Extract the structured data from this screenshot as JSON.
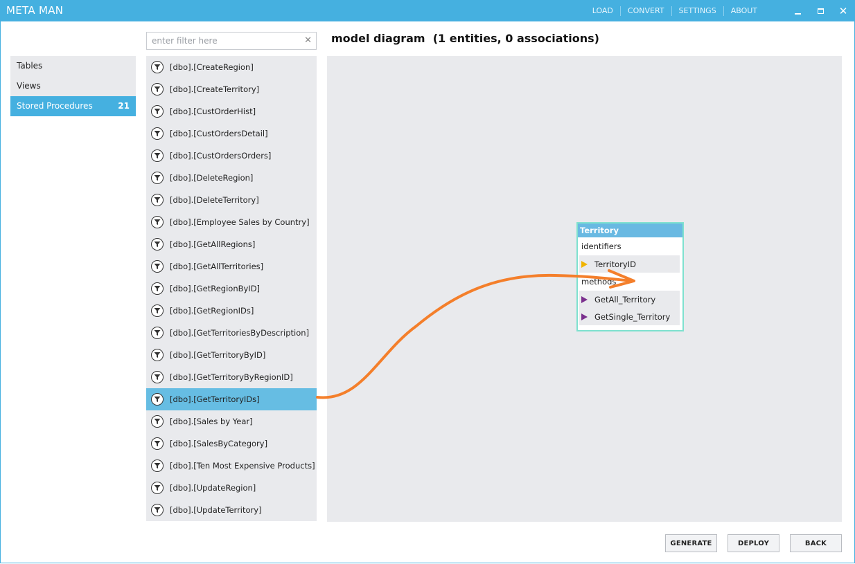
{
  "app": {
    "title": "META MAN"
  },
  "menu": [
    "LOAD",
    "CONVERT",
    "SETTINGS",
    "ABOUT"
  ],
  "window_controls": {
    "min_icon": "minimize-icon",
    "max_icon": "maximize-icon",
    "close_icon": "close-icon",
    "close_glyph": "✕"
  },
  "nav": {
    "items": [
      {
        "label": "Tables",
        "count": ""
      },
      {
        "label": "Views",
        "count": ""
      },
      {
        "label": "Stored Procedures",
        "count": "21"
      }
    ],
    "active_index": 2
  },
  "filter": {
    "placeholder": "enter filter here",
    "value": "",
    "clear_glyph": "✕"
  },
  "procedures": {
    "icon": "filter-funnel-icon",
    "selected_index": 15,
    "items": [
      "[dbo].[CreateRegion]",
      "[dbo].[CreateTerritory]",
      "[dbo].[CustOrderHist]",
      "[dbo].[CustOrdersDetail]",
      "[dbo].[CustOrdersOrders]",
      "[dbo].[DeleteRegion]",
      "[dbo].[DeleteTerritory]",
      "[dbo].[Employee Sales by Country]",
      "[dbo].[GetAllRegions]",
      "[dbo].[GetAllTerritories]",
      "[dbo].[GetRegionByID]",
      "[dbo].[GetRegionIDs]",
      "[dbo].[GetTerritoriesByDescription]",
      "[dbo].[GetTerritoryByID]",
      "[dbo].[GetTerritoryByRegionID]",
      "[dbo].[GetTerritoryIDs]",
      "[dbo].[Sales by Year]",
      "[dbo].[SalesByCategory]",
      "[dbo].[Ten Most Expensive Products]",
      "[dbo].[UpdateRegion]",
      "[dbo].[UpdateTerritory]"
    ]
  },
  "diagram": {
    "title": "model diagram  (1 entities, 0 associations)",
    "entity": {
      "name": "Territory",
      "identifiers_label": "identifiers",
      "identifiers": [
        "TerritoryID"
      ],
      "methods_label": "methods",
      "methods": [
        "GetAll_Territory",
        "GetSingle_Territory"
      ]
    }
  },
  "buttons": {
    "generate": "GENERATE",
    "deploy": "DEPLOY",
    "back": "BACK"
  },
  "colors": {
    "accent": "#45b0e0",
    "selected": "#66bde3",
    "panel": "#e9eaed",
    "drag_arrow": "#f47f2b",
    "entity_border": "#7ee1cf",
    "key_marker": "#f0b400",
    "method_marker": "#7a2f8d"
  }
}
